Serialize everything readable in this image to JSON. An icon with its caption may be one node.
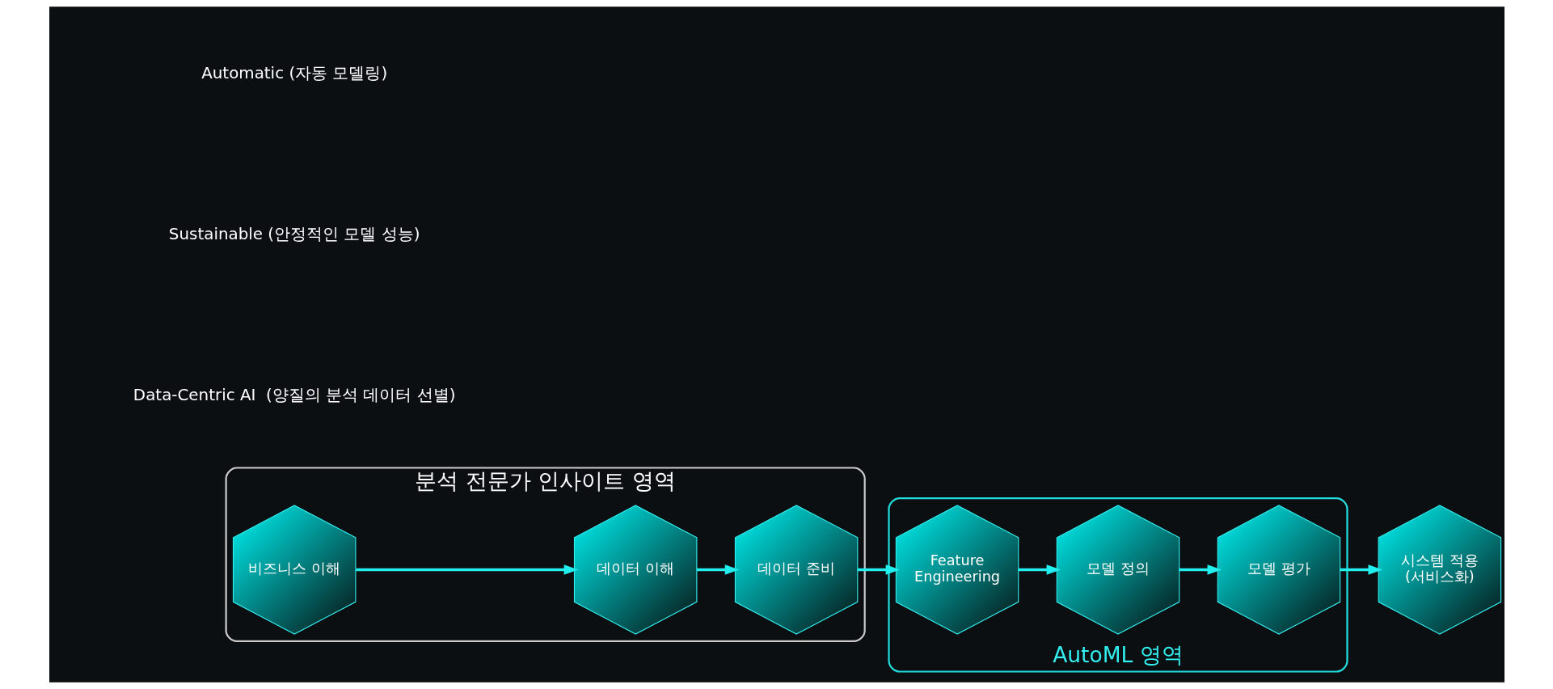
{
  "diagram": {
    "nodes": [
      {
        "text": [
          "분석 전문가 인사이트 영역"
        ]
      },
      {
        "text": [
          "비즈니스 이해"
        ],
        "in": 0
      },
      {
        "text": [
          "데이터 이해"
        ],
        "in": 0
      },
      {
        "text": [
          "데이터 준비"
        ],
        "in": 0
      },
      {
        "text": [
          "AutoML 영역"
        ]
      },
      {
        "text": [
          "Feature Engineering"
        ],
        "in": 4
      },
      {
        "text": [
          "모델 정의"
        ],
        "in": 4
      },
      {
        "text": [
          "모델 평가"
        ],
        "in": 4
      },
      {
        "text": [
          "시스템 적용 (서비스화)"
        ]
      }
    ],
    "edges": [
      {
        "from": 1,
        "to": 2,
        "arrow": "to"
      },
      {
        "from": 2,
        "to": 3,
        "arrow": "to"
      },
      {
        "from": 3,
        "to": 5,
        "arrow": "to"
      },
      {
        "from": 5,
        "to": 6,
        "arrow": "to"
      },
      {
        "from": 6,
        "to": 7,
        "arrow": "to"
      },
      {
        "from": 7,
        "to": 8,
        "arrow": "to"
      }
    ],
    "labels": [
      "Data-Centric AI  (양질의 분석 데이터 선별)",
      "Automatic (자동 모델링)",
      "Sustainable (안정적인 모델 성능)"
    ]
  }
}
